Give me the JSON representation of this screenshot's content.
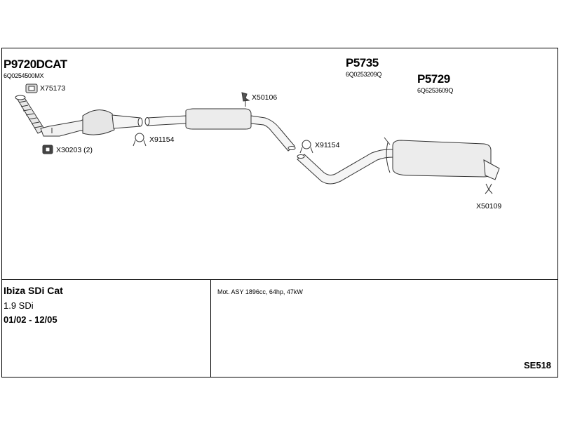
{
  "parts": {
    "p1": {
      "code": "P9720DCAT",
      "oem": "6Q0254500MX"
    },
    "p2": {
      "code": "P5735",
      "oem": "6Q0253209Q"
    },
    "p3": {
      "code": "P5729",
      "oem": "6Q6253609Q"
    }
  },
  "accessories": {
    "a1": "X75173",
    "a2": "X30203 (2)",
    "a3": "X91154",
    "a4": "X50106",
    "a5": "X91154",
    "a6": "X50109"
  },
  "vehicle": {
    "model": "Ibiza SDi Cat",
    "engine": "1.9 SDi",
    "years": "01/02 - 12/05"
  },
  "motor_info": "Mot. ASY 1896cc, 64hp, 47kW",
  "diagram_code": "SE518"
}
